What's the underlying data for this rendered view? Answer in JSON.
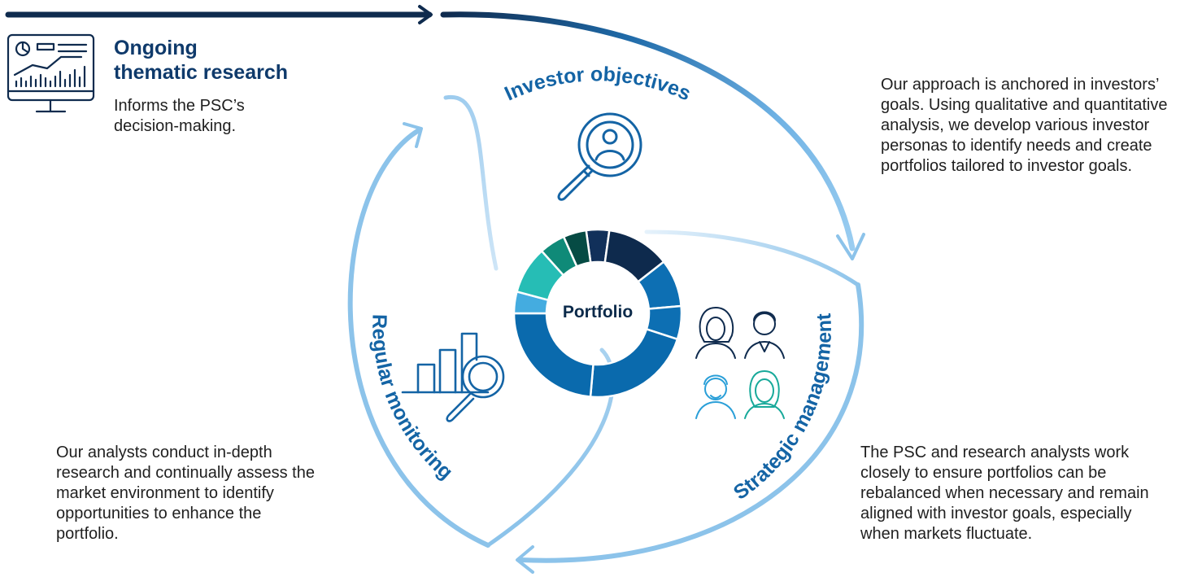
{
  "research": {
    "title_line1": "Ongoing",
    "title_line2": "thematic research",
    "desc_line1": "Informs the PSC’s",
    "desc_line2": "decision-making."
  },
  "segments": {
    "investor_objectives": "Investor objectives",
    "strategic_management": "Strategic management",
    "regular_monitoring": "Regular monitoring"
  },
  "center_label": "Portfolio",
  "descriptions": {
    "objectives": [
      "Our approach is anchored in investors’",
      "goals. Using qualitative and quantitative",
      "analysis, we develop various investor",
      "personas to identify needs and create",
      "portfolios tailored to investor goals."
    ],
    "monitoring": [
      "Our analysts conduct in-depth",
      "research and continually assess the",
      "market environment to identify",
      "opportunities to enhance the",
      "portfolio."
    ],
    "management": [
      "The PSC and research analysts work",
      "closely to ensure portfolios can be",
      "rebalanced when necessary and remain",
      "aligned with investor goals, especially",
      "when markets fluctuate."
    ]
  },
  "colors": {
    "navy": "#0f2b4e",
    "blue": "#1464a5",
    "mid_blue": "#1f7ac4",
    "light_blue": "#8cc3ea",
    "teal": "#18a99a"
  },
  "icons": [
    "monitor-chart-icon",
    "magnifier-person-icon",
    "bar-chart-magnifier-icon",
    "people-icon"
  ]
}
